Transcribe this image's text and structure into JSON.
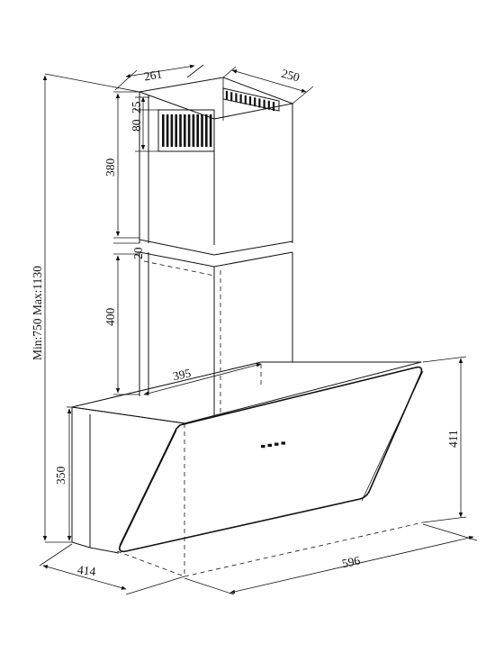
{
  "dimensions": {
    "chimney_depth": "261",
    "chimney_width": "250",
    "offset_top": "25",
    "vent_height": "80",
    "upper_chimney_height": "380",
    "overlap": "20",
    "lower_chimney_height": "400",
    "total_height": "Min:750 Max:1130",
    "canopy_depth_top": "395",
    "body_height": "350",
    "glass_height": "411",
    "body_depth": "414",
    "body_width": "596"
  },
  "control_panel": {
    "indicator_dots": 4
  }
}
